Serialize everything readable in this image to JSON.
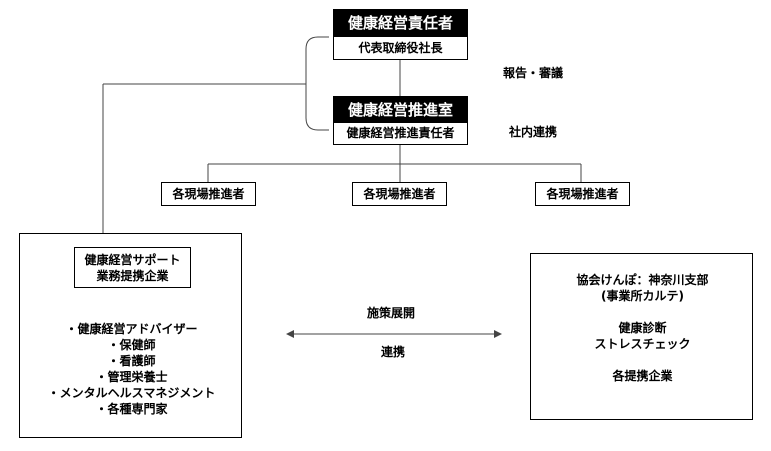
{
  "top": {
    "title": "健康経営責任者",
    "subtitle": "代表取締役社長"
  },
  "report_label": "報告・審議",
  "office": {
    "title": "健康経営推進室",
    "subtitle": "健康経営推進責任者"
  },
  "internal_label": "社内連携",
  "sites": [
    "各現場推進者",
    "各現場推進者",
    "各現場推進者"
  ],
  "support": {
    "title_line1": "健康経営サポート",
    "title_line2": "業務提携企業",
    "members": [
      "・健康経営アドバイザー",
      "・保健師",
      "・看護師",
      "・管理栄養士",
      "・メンタルヘルスマネジメント",
      "・各種専門家"
    ]
  },
  "middle": {
    "top_label": "施策展開",
    "bottom_label": "連携"
  },
  "kenpo": {
    "line1": "協会けんぽ：神奈川支部",
    "line2": "(事業所カルテ)",
    "line3": "健康診断",
    "line4": "ストレスチェック",
    "line5": "各提携企業"
  }
}
